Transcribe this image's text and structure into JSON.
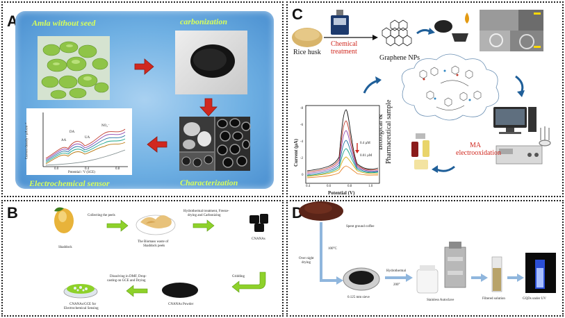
{
  "panels": {
    "A": {
      "label": "A",
      "title_amla": "Amla without seed",
      "title_carbon": "carbonization",
      "title_char": "Characterization",
      "title_sensor": "Electrochemical sensor",
      "cv": {
        "ylabel": "Current density / µA cm⁻²",
        "xlabel": "Potential / V (SCE)",
        "AA": "AA",
        "DA": "DA",
        "UA": "UA",
        "NO2": "NO₂⁻",
        "t1": "0.0",
        "t2": "0.4",
        "t3": "0.8"
      }
    },
    "B": {
      "label": "B",
      "shaddock": "Shaddock",
      "collect": "Collecting the peels",
      "biomass1": "The Biomass waste of",
      "biomass2": "Shaddock peels",
      "hydro1": "Hydrothermal treatment, Freeze-",
      "hydro2": "drying and Carbonizing",
      "cnanas": "CNANAs",
      "gridding": "Gridding",
      "powder": "CNANAs  Powder",
      "dissolve1": "Dissolving in DMF, Drop-",
      "dissolve2": "casting on GCE and Drying",
      "gce1": "CNANAs/GCE for",
      "gce2": "Electrochemical Sensing"
    },
    "C": {
      "label": "C",
      "rice": "Rice husk",
      "chem1": "Chemical",
      "chem2": "treatment",
      "graphene": "Graphene NPs",
      "ma1": "MA",
      "ma2": "electrooxidation",
      "bio1": "Biological &",
      "bio2": "Pharmaceutical sample",
      "ylabel": "Current (µA)",
      "xlabel": "Potential (V)",
      "c1": "0.4 µM",
      "c2": "0.01 µM",
      "yt": [
        "-8",
        "-6",
        "-4",
        "-2",
        "0"
      ],
      "xt": [
        "0.4",
        "0.6",
        "0.8",
        "1.0"
      ]
    },
    "D": {
      "label": "D",
      "coffee": "Spent ground coffee",
      "overnight1": "Over night",
      "overnight2": "drying",
      "temp1": "100°C",
      "hydrothermal": "Hydrothermal",
      "temp2": "200°",
      "sieve": "0.125 mm sieve",
      "autoclave": "Stainless Autoclave",
      "filtered": "Filtered solution",
      "gqds": "GQDs under UV"
    }
  },
  "colors": {
    "red_arrow": "#d0281f",
    "green_arrow": "#8ed12a",
    "blue_arrow": "#1f5f99",
    "lightblue_arrow": "#8fb6dd",
    "panel_a_bg": "#5b9ed8"
  }
}
